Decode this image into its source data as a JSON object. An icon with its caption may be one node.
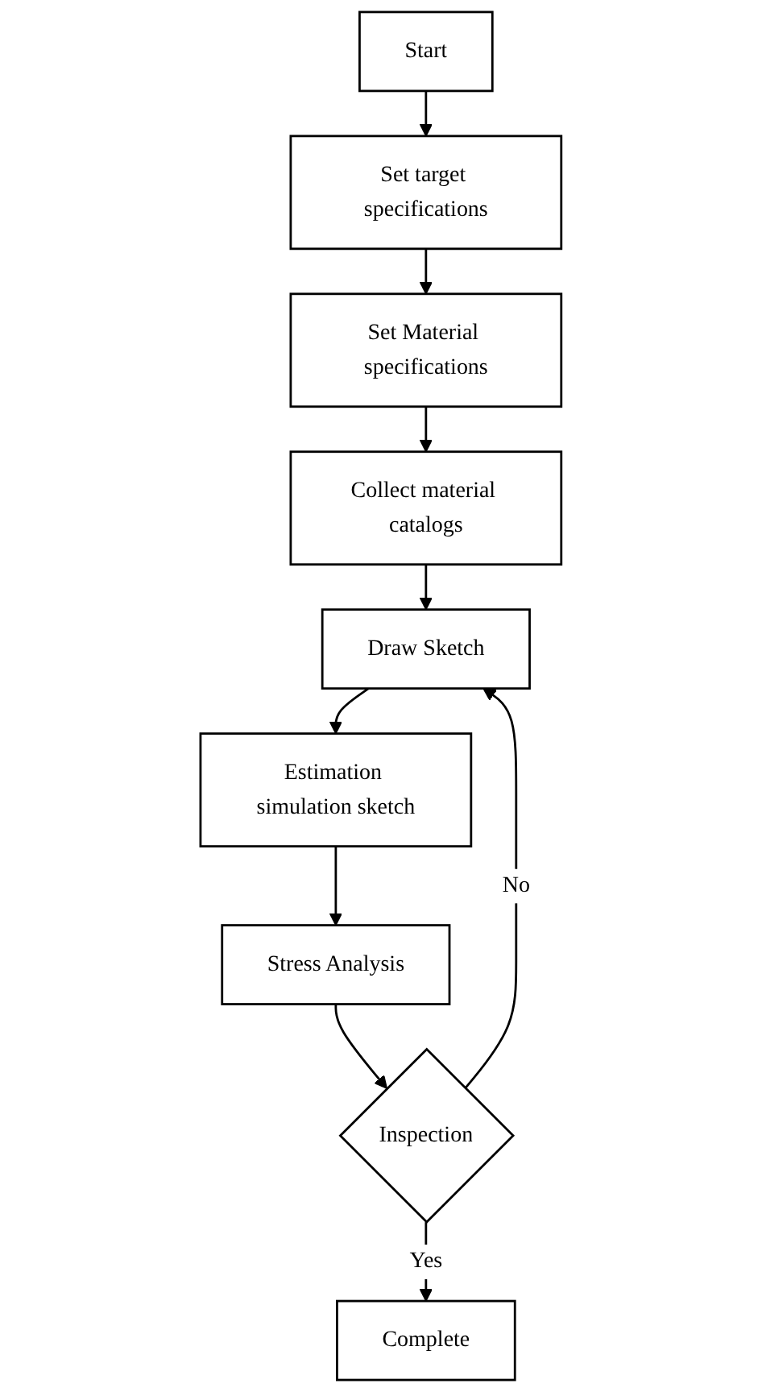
{
  "diagram": {
    "nodes": [
      {
        "text": [
          "Start"
        ]
      },
      {
        "text": [
          "Set target specifications"
        ]
      },
      {
        "text": [
          "Set Material specifications"
        ]
      },
      {
        "text": [
          "Collect material catalogs"
        ]
      },
      {
        "text": [
          "Draw Sketch"
        ]
      },
      {
        "text": [
          "Estimation simulation sketch"
        ]
      },
      {
        "text": [
          "Stress Analysis"
        ]
      },
      {
        "text": [
          "Inspection"
        ]
      },
      {
        "text": [
          "Complete"
        ]
      }
    ],
    "edges": [
      {
        "from": 0,
        "to": 1,
        "arrow": "to"
      },
      {
        "from": 1,
        "to": 2,
        "arrow": "to"
      },
      {
        "from": 2,
        "to": 3,
        "arrow": "to"
      },
      {
        "from": 3,
        "to": 4,
        "arrow": "to"
      },
      {
        "from": 4,
        "to": 5,
        "arrow": "to"
      },
      {
        "from": 5,
        "to": 6,
        "arrow": "to"
      },
      {
        "from": 6,
        "to": 7,
        "arrow": "to"
      },
      {
        "from": 7,
        "to": 4,
        "label": "No",
        "arrow": "to"
      },
      {
        "from": 7,
        "to": 8,
        "label": "Yes",
        "arrow": "to"
      }
    ]
  }
}
